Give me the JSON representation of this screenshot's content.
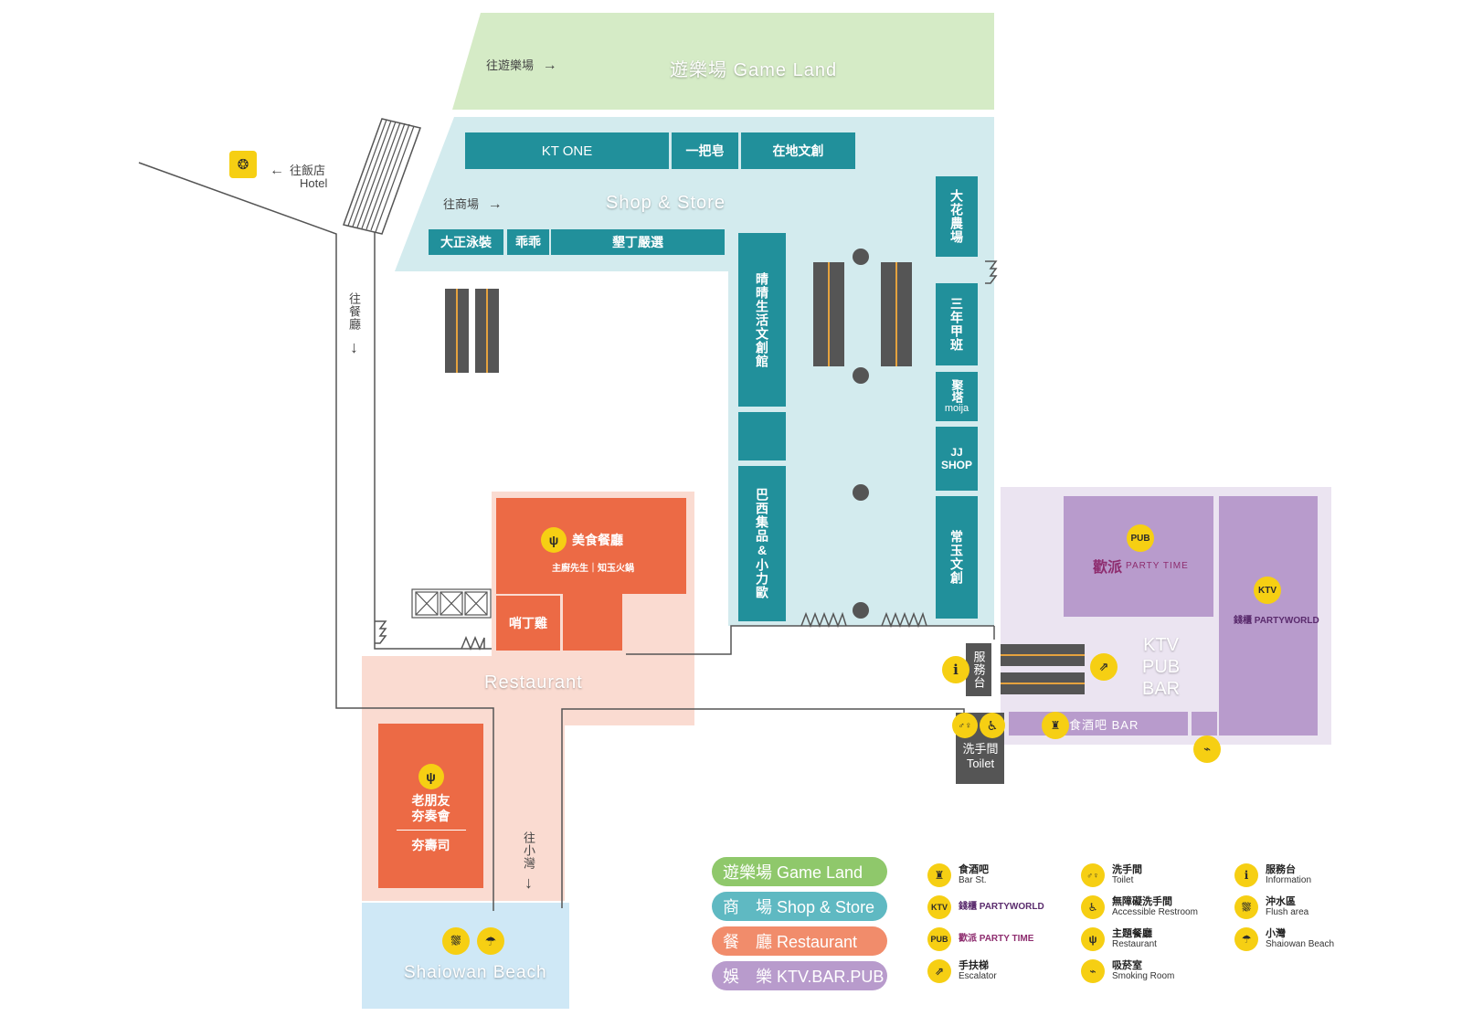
{
  "zones": {
    "game_land": "遊樂場 Game Land",
    "shop_store": "Shop & Store",
    "restaurant": "Restaurant",
    "ktv_pub_bar": [
      "KTV",
      "PUB",
      "BAR"
    ],
    "beach": "Shaiowan Beach"
  },
  "directions": {
    "to_game_land": "往遊樂場",
    "to_shop": "往商場",
    "to_hotel_zh": "往飯店",
    "to_hotel_en": "Hotel",
    "to_restaurant": "往餐廳",
    "to_beach": "往小灣",
    "arrow_right": "→",
    "arrow_left": "←",
    "arrow_down": "↓"
  },
  "shops": {
    "kt_one": "KT ONE",
    "yi_ba_zao": "一把皂",
    "local_art": "在地文創",
    "da_zheng": "大正泳裝",
    "guai_guai": "乖乖",
    "kenting_select": "墾丁嚴選",
    "qing_jing": "晴晴生活文創館",
    "brazil": "巴西集品&小力歐",
    "flower_farm": "大花農場",
    "san_nian": "三年甲班",
    "ju_ta": "聚塔",
    "moija": "moija",
    "jj_shop": "JJ SHOP",
    "chang_yu": "常玉文創"
  },
  "restaurants": {
    "gourmet": "美食餐廳",
    "gourmet_sub": "主廚先生｜知玉火鍋",
    "shao_ding": "哨丁雞",
    "old_friend": "老朋友\n夯奏會",
    "sushi": "夯壽司"
  },
  "pub": {
    "badge": "PUB",
    "name": "歡派",
    "brand": "PARTY TIME"
  },
  "ktv": {
    "badge": "KTV",
    "brand": "錢櫃 PARTYWORLD"
  },
  "service": {
    "desk": "服務台",
    "info_icon": "i",
    "bar": "食酒吧 BAR",
    "toilet_zh": "洗手間",
    "toilet_en": "Toilet"
  },
  "legend": {
    "pills": [
      {
        "label": "遊樂場 Game Land",
        "color": "#8fc86b"
      },
      {
        "label": "商　場 Shop & Store",
        "color": "#5fb9c2"
      },
      {
        "label": "餐　廳 Restaurant",
        "color": "#f18c6b"
      },
      {
        "label": "娛　樂 KTV.BAR.PUB",
        "color": "#b89bcc"
      }
    ],
    "items": [
      {
        "icon": "bar-icon",
        "glyph": "♜",
        "zh": "食酒吧",
        "en": "Bar St."
      },
      {
        "icon": "ktv-icon",
        "glyph": "KTV",
        "zh": "錢櫃 PARTYWORLD",
        "en": ""
      },
      {
        "icon": "pub-icon",
        "glyph": "PUB",
        "zh": "歡派 PARTY TIME",
        "en": ""
      },
      {
        "icon": "escalator-icon",
        "glyph": "⇗",
        "zh": "手扶梯",
        "en": "Escalator"
      },
      {
        "icon": "toilet-icon",
        "glyph": "♂♀",
        "zh": "洗手間",
        "en": "Toilet"
      },
      {
        "icon": "accessible-icon",
        "glyph": "♿",
        "zh": "無障礙洗手間",
        "en": "Accessible Restroom"
      },
      {
        "icon": "restaurant-icon",
        "glyph": "ψ",
        "zh": "主題餐廳",
        "en": "Restaurant"
      },
      {
        "icon": "smoking-icon",
        "glyph": "⌁",
        "zh": "吸菸室",
        "en": "Smoking Room"
      },
      {
        "icon": "info-icon",
        "glyph": "i",
        "zh": "服務台",
        "en": "Information"
      },
      {
        "icon": "shower-icon",
        "glyph": "⛆",
        "zh": "沖水區",
        "en": "Flush area"
      },
      {
        "icon": "beach-icon",
        "glyph": "☂",
        "zh": "小灣",
        "en": "Shaiowan Beach"
      }
    ]
  },
  "colors": {
    "game_land": "#d5ebc6",
    "shop_bg": "#d3ebee",
    "teal": "#21909b",
    "restaurant_bg": "#fadbd1",
    "orange": "#ec6a45",
    "ent_bg": "#ebe4f1",
    "purple": "#b89bcc",
    "beach": "#cfe8f6",
    "icon_yellow": "#f6cf13"
  }
}
